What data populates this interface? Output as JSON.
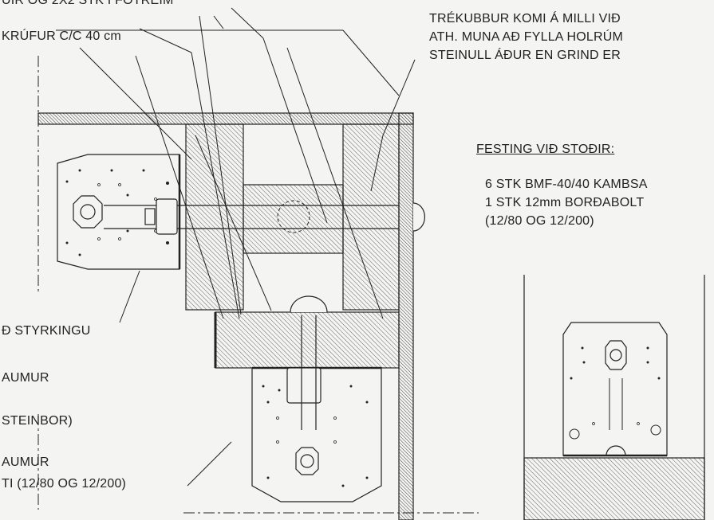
{
  "labels_left": {
    "line1": "UIR OG 2X2 STK I FOTREIM",
    "line2": "KRÚFUR C/C 40 cm",
    "line3": "Ð STYRKINGU",
    "line4": "AUMUR",
    "line5": "STEINBOR)",
    "line6": "AUMUR",
    "line7": "TI (12/80 OG 12/200)"
  },
  "labels_right": {
    "note1": "TRÉKUBBUR KOMI Á MILLI VIÐ",
    "note2": "ATH. MUNA AÐ FYLLA HOLRÚM",
    "note3": "STEINULL ÁÐUR EN GRIND ER",
    "heading": "FESTING VIÐ STOÐIR:",
    "spec1": "6 STK BMF-40/40 KAMBSA",
    "spec2": "1 STK 12mm BORÐABOLT",
    "spec3": "(12/80 OG 12/200)"
  },
  "colors": {
    "ink": "#222222",
    "paper": "#f4f4f2",
    "hatch": "#555555"
  }
}
